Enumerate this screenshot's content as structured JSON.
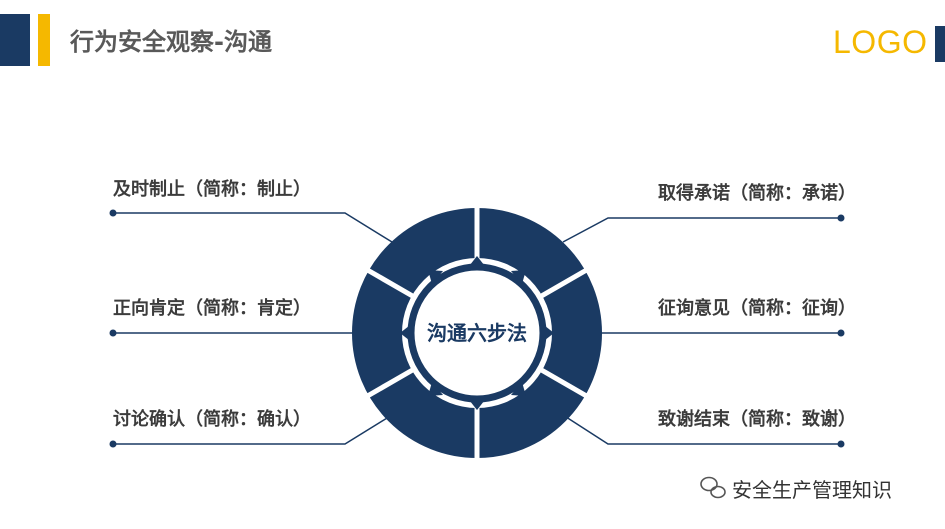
{
  "header": {
    "title": "行为安全观察-沟通",
    "logo": "LOGO"
  },
  "center_label": "沟通六步法",
  "steps": [
    {
      "text": "及时制止（简称：制止）"
    },
    {
      "text": "正向肯定（简称：肯定）"
    },
    {
      "text": "讨论确认（简称：确认）"
    },
    {
      "text": "取得承诺（简称：承诺）"
    },
    {
      "text": "征询意见（简称：征询）"
    },
    {
      "text": "致谢结束（简称：致谢）"
    }
  ],
  "watermark": "安全生产管理知识",
  "colors": {
    "navy": "#1a3a63",
    "accent": "#f5b800",
    "line": "#1a3a63"
  }
}
